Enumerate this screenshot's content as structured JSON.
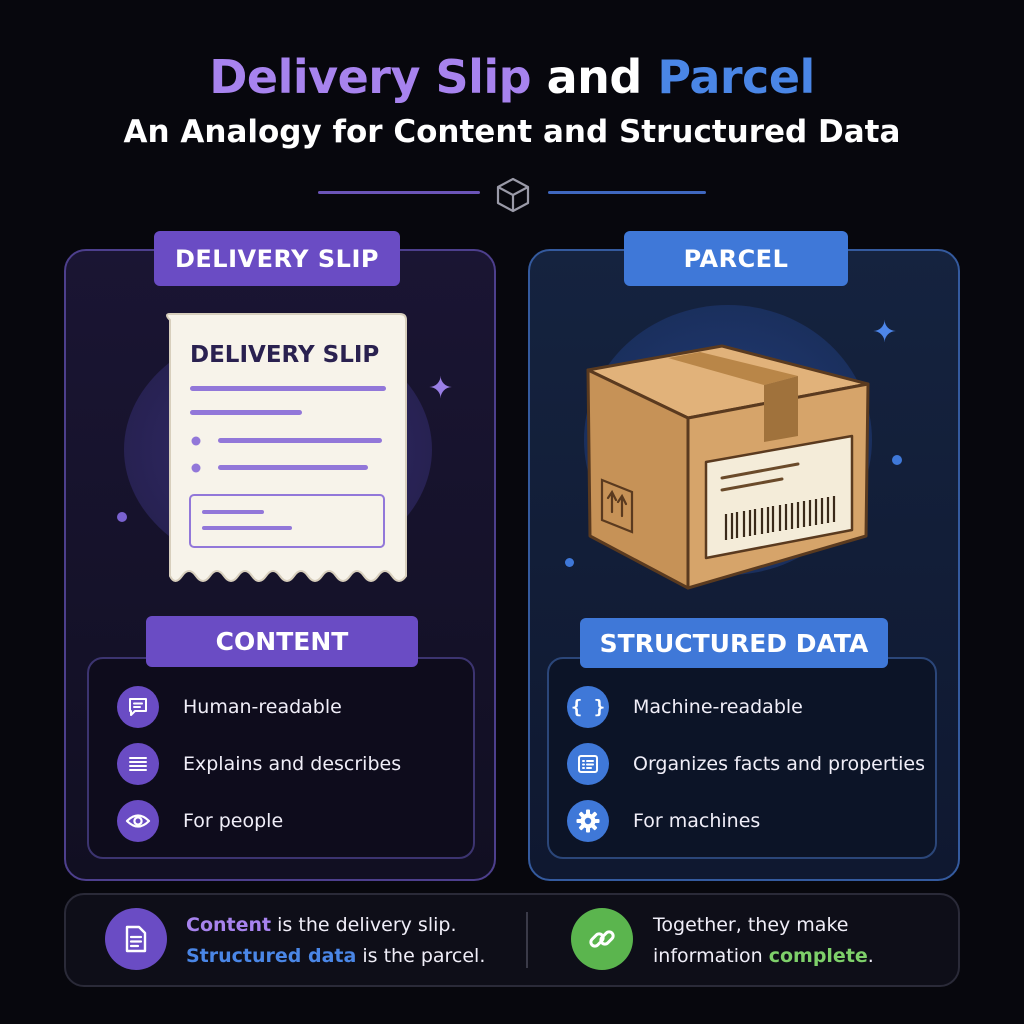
{
  "header": {
    "title_part1": "Delivery Slip",
    "title_part2": "and",
    "title_part3": "Parcel",
    "subtitle": "An Analogy for Content and Structured Data",
    "icon": "cube-icon"
  },
  "left_panel": {
    "badge": "DELIVERY SLIP",
    "slip_heading": "DELIVERY SLIP",
    "section_label": "CONTENT",
    "items": [
      {
        "icon": "chat-lines-icon",
        "label": "Human-readable"
      },
      {
        "icon": "list-lines-icon",
        "label": "Explains and describes"
      },
      {
        "icon": "eye-icon",
        "label": "For people"
      }
    ]
  },
  "right_panel": {
    "badge": "PARCEL",
    "illustration": "cardboard-box-icon",
    "section_label": "STRUCTURED DATA",
    "items": [
      {
        "icon": "curly-braces-icon",
        "label": "Machine-readable"
      },
      {
        "icon": "data-card-icon",
        "label": "Organizes facts and properties"
      },
      {
        "icon": "gear-icon",
        "label": "For machines"
      }
    ]
  },
  "footer": {
    "left": {
      "icon": "document-icon",
      "line1_highlight": "Content",
      "line1_rest": " is the delivery slip.",
      "line2_highlight": "Structured data",
      "line2_rest": " is the parcel."
    },
    "right": {
      "icon": "link-icon",
      "line1": "Together, they make",
      "line2_start": "information ",
      "line2_highlight": "complete",
      "line2_end": "."
    }
  },
  "colors": {
    "background": "#07070d",
    "purple": "#6a4cc4",
    "purple_text": "#a783ee",
    "blue": "#3f78d8",
    "blue_text": "#4a86e6",
    "green": "#5bb54e"
  }
}
